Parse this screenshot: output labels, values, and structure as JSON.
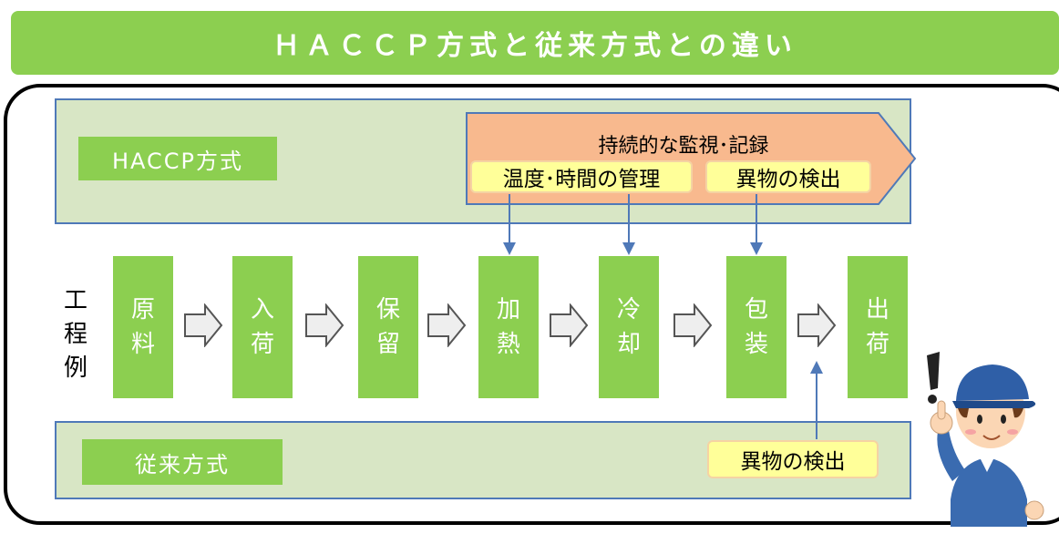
{
  "title": "ＨＡＣＣＰ方式と従来方式との違い",
  "haccp": {
    "label": "HACCP方式",
    "monitoring_label": "持続的な監視･記録",
    "checks": [
      "温度･時間の管理",
      "異物の検出"
    ]
  },
  "conventional": {
    "label": "従来方式",
    "check": "異物の検出"
  },
  "process_row_label": [
    "工",
    "程",
    "例"
  ],
  "process_steps": [
    [
      "原",
      "料"
    ],
    [
      "入",
      "荷"
    ],
    [
      "保",
      "留"
    ],
    [
      "加",
      "熱"
    ],
    [
      "冷",
      "却"
    ],
    [
      "包",
      "装"
    ],
    [
      "出",
      "荷"
    ]
  ],
  "colors": {
    "green": "#8ccf50",
    "band": "#d8e6c5",
    "band_border": "#4f79b8",
    "monitor_fill": "#f8b98e",
    "chip_fill": "#ffff99",
    "arrow": "#4f79b8"
  }
}
